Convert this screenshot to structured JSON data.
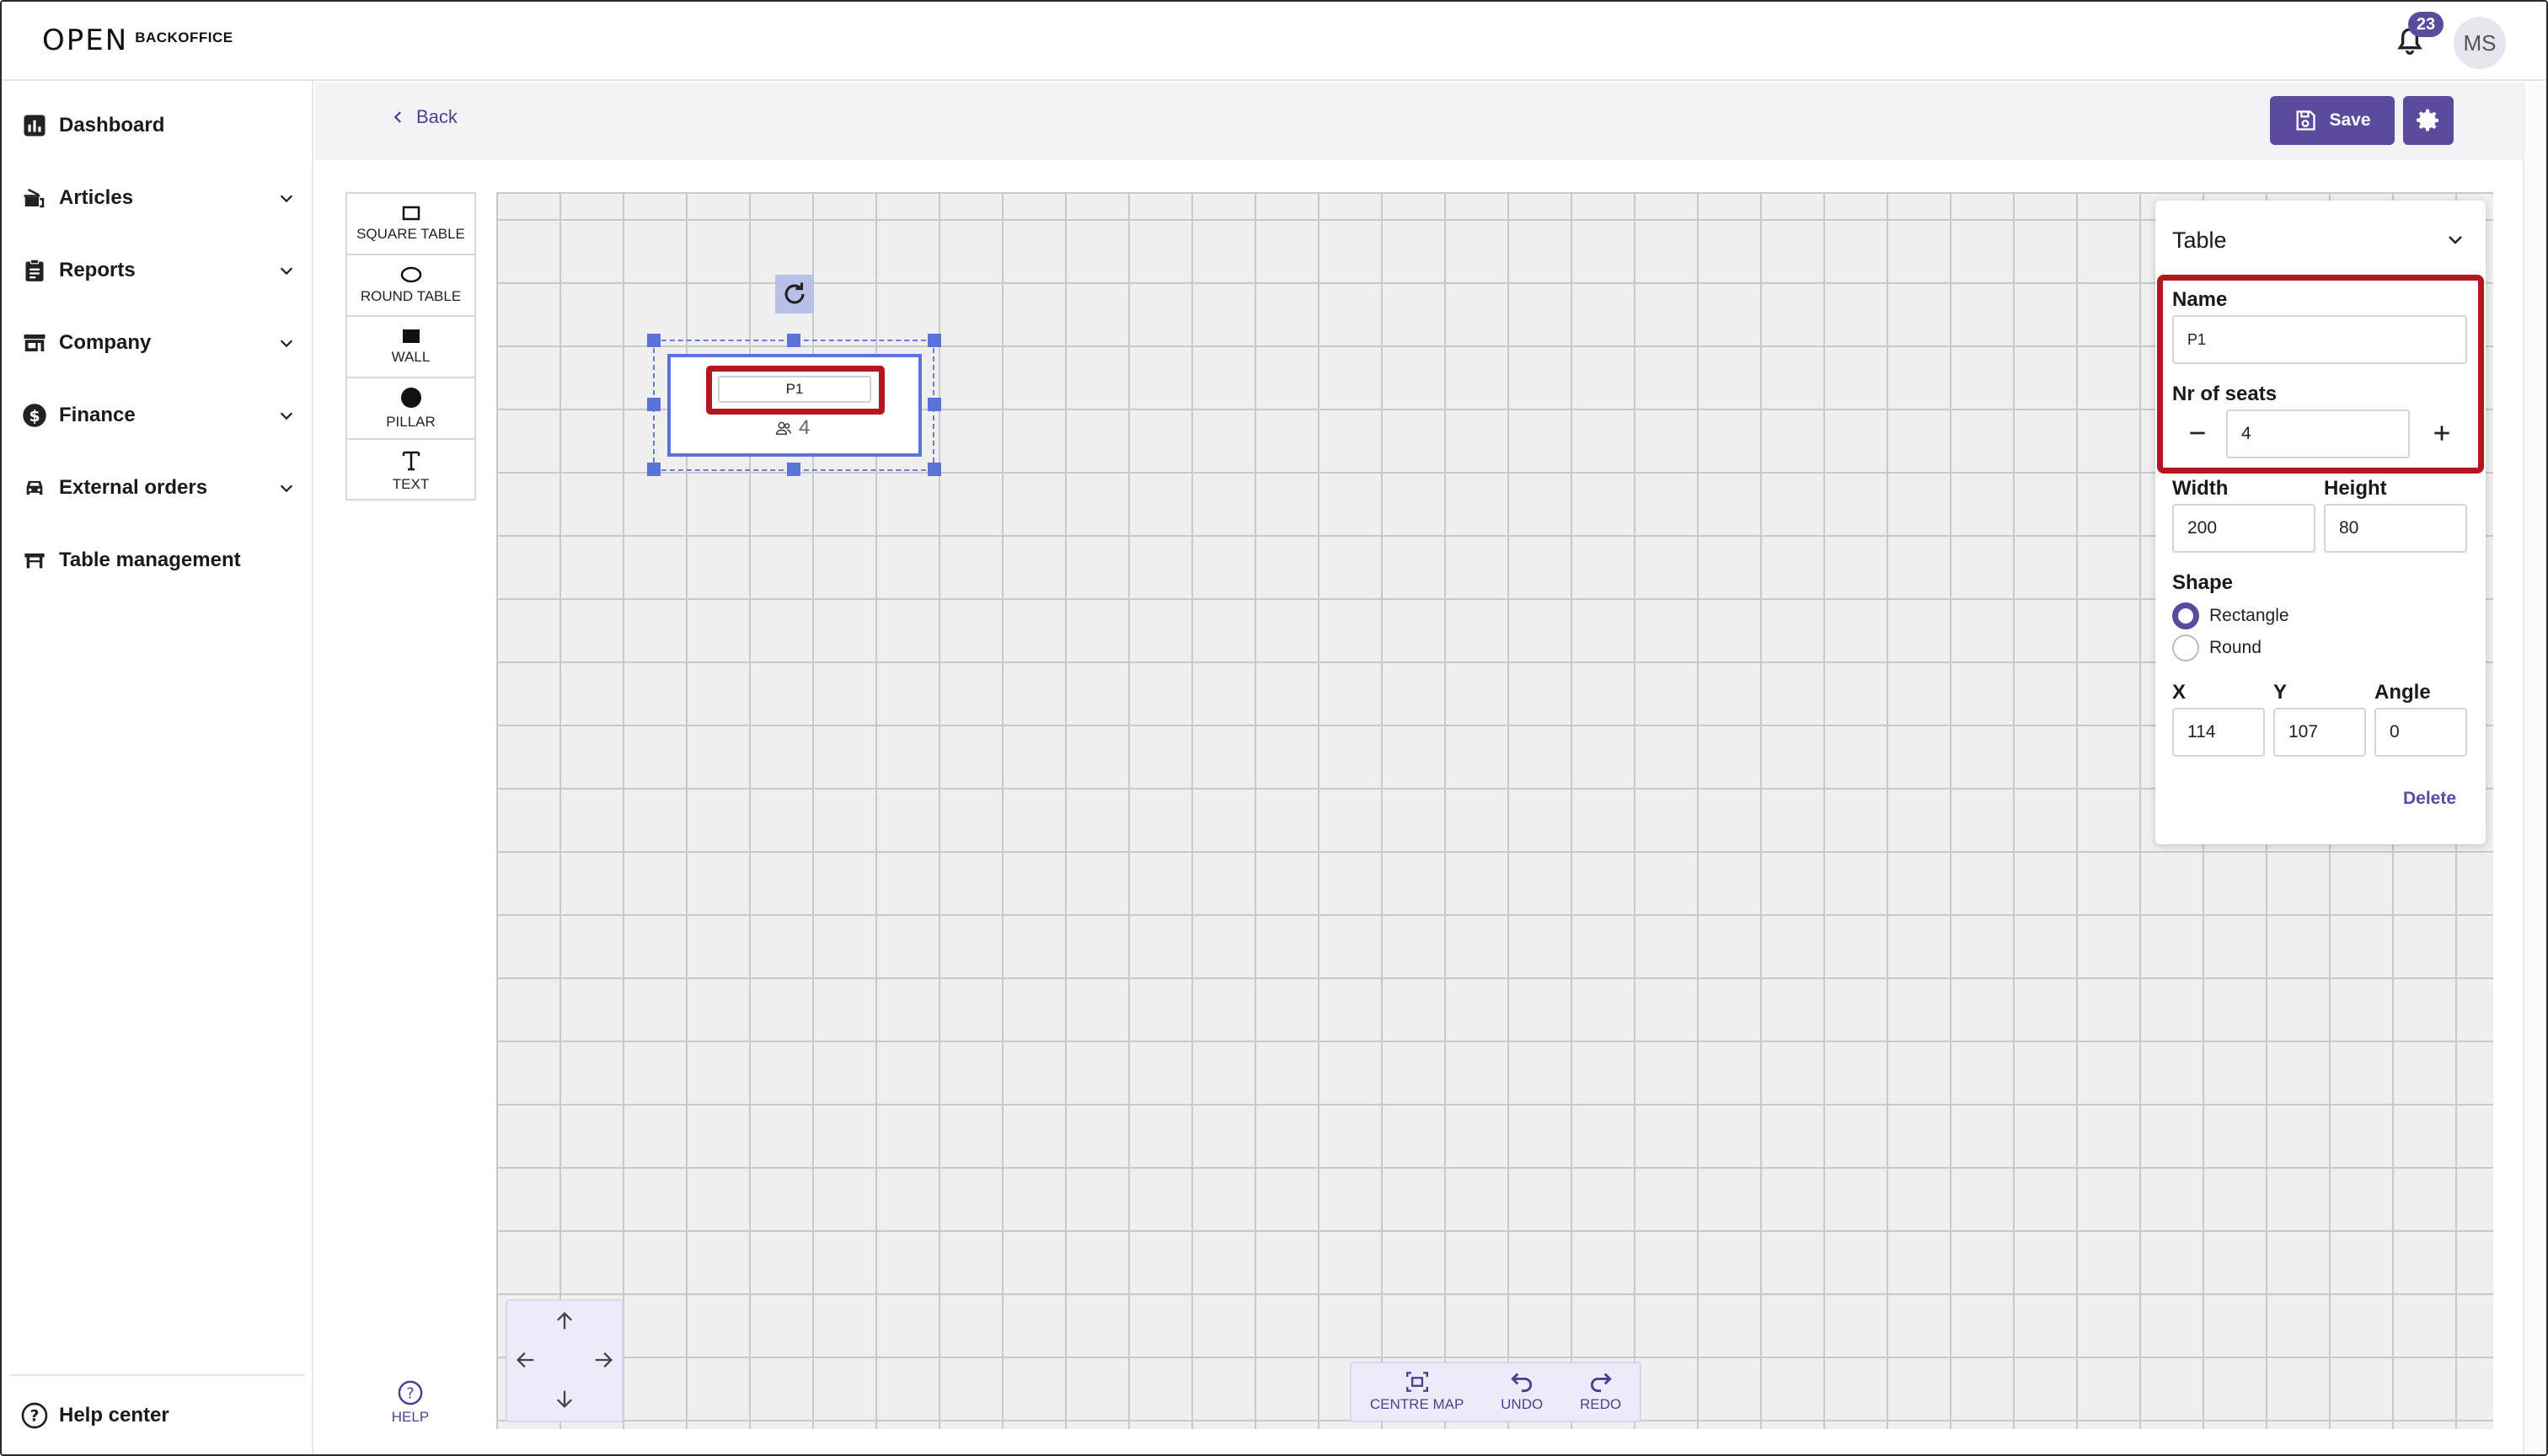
{
  "header": {
    "logo_mark": "OPEN",
    "logo_word": "BACKOFFICE",
    "notification_count": "23",
    "avatar_initials": "MS"
  },
  "sidebar": {
    "items": [
      {
        "label": "Dashboard",
        "icon": "chart-icon",
        "expandable": false
      },
      {
        "label": "Articles",
        "icon": "articles-icon",
        "expandable": true
      },
      {
        "label": "Reports",
        "icon": "clipboard-icon",
        "expandable": true
      },
      {
        "label": "Company",
        "icon": "store-icon",
        "expandable": true
      },
      {
        "label": "Finance",
        "icon": "dollar-icon",
        "expandable": true
      },
      {
        "label": "External orders",
        "icon": "car-icon",
        "expandable": true
      },
      {
        "label": "Table management",
        "icon": "table-icon",
        "expandable": false
      }
    ],
    "help_center": "Help center"
  },
  "subheader": {
    "back_label": "Back",
    "save_label": "Save"
  },
  "palette": {
    "tools": [
      {
        "label": "SQUARE TABLE",
        "icon": "square-icon"
      },
      {
        "label": "ROUND TABLE",
        "icon": "ellipse-icon"
      },
      {
        "label": "WALL",
        "icon": "wall-icon"
      },
      {
        "label": "PILLAR",
        "icon": "pillar-icon"
      },
      {
        "label": "TEXT",
        "icon": "text-icon"
      }
    ],
    "help_label": "HELP"
  },
  "canvas": {
    "table": {
      "name": "P1",
      "seats": "4"
    }
  },
  "bottom_bar": {
    "centre_map": "CENTRE MAP",
    "undo": "UNDO",
    "redo": "REDO"
  },
  "panel": {
    "title": "Table",
    "name_label": "Name",
    "name_value": "P1",
    "seats_label": "Nr of seats",
    "seats_value": "4",
    "width_label": "Width",
    "width_value": "200",
    "height_label": "Height",
    "height_value": "80",
    "shape_label": "Shape",
    "shape_options": [
      "Rectangle",
      "Round"
    ],
    "shape_selected": "Rectangle",
    "x_label": "X",
    "x_value": "114",
    "y_label": "Y",
    "y_value": "107",
    "angle_label": "Angle",
    "angle_value": "0",
    "delete_label": "Delete"
  },
  "colors": {
    "accent": "#5b4a9e",
    "highlight": "#b3161f",
    "selection": "#5b72d6"
  }
}
